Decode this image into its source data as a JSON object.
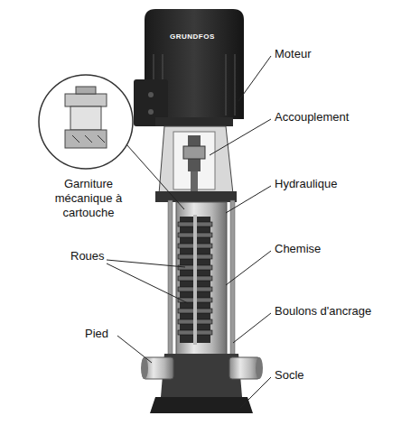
{
  "diagram": {
    "labels": [
      "GRUNDFOS",
      "Moteur",
      "Accouplement",
      "Hydraulique",
      "Chemise",
      "Boulons d'ancrage",
      "Socle",
      "Garniture mécanique à cartouche",
      "Roues",
      "Pied"
    ]
  }
}
